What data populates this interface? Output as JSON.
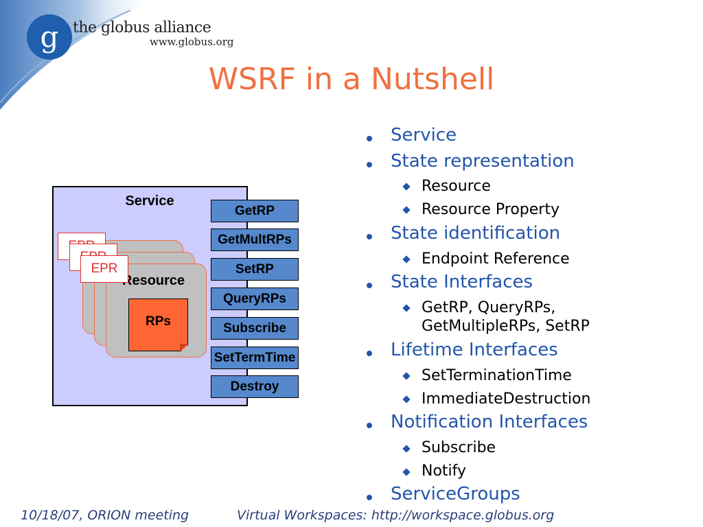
{
  "logo": {
    "title": "the globus alliance",
    "url": "www.globus.org",
    "mark": "g"
  },
  "slide_title": "WSRF in a Nutshell",
  "diagram": {
    "service_label": "Service",
    "resource_label": "Resource",
    "rps_label": "RPs",
    "epr_labels": [
      "EPR",
      "EPR",
      "EPR"
    ],
    "operations": [
      "GetRP",
      "GetMultRPs",
      "SetRP",
      "QueryRPs",
      "Subscribe",
      "SetTermTime",
      "Destroy"
    ]
  },
  "bullets": [
    {
      "text": "Service",
      "subs": []
    },
    {
      "text": "State representation",
      "subs": [
        "Resource",
        "Resource Property"
      ]
    },
    {
      "text": "State identification",
      "subs": [
        "Endpoint Reference"
      ]
    },
    {
      "text": "State Interfaces",
      "subs": [
        "GetRP, QueryRPs,\nGetMultipleRPs, SetRP"
      ]
    },
    {
      "text": "Lifetime Interfaces",
      "subs": [
        "SetTerminationTime",
        "ImmediateDestruction"
      ]
    },
    {
      "text": "Notification Interfaces",
      "subs": [
        "Subscribe",
        "Notify"
      ]
    },
    {
      "text": "ServiceGroups",
      "subs": []
    }
  ],
  "footer": {
    "left": "10/18/07, ORION meeting",
    "right": "Virtual Workspaces: http://workspace.globus.org"
  },
  "colors": {
    "title": "#f07040",
    "bullet_text": "#2255aa",
    "service_bg": "#ccccff",
    "op_button": "#5588cc",
    "rps": "#ff6633",
    "epr": "#e03030",
    "footer": "#2a3e7a"
  }
}
